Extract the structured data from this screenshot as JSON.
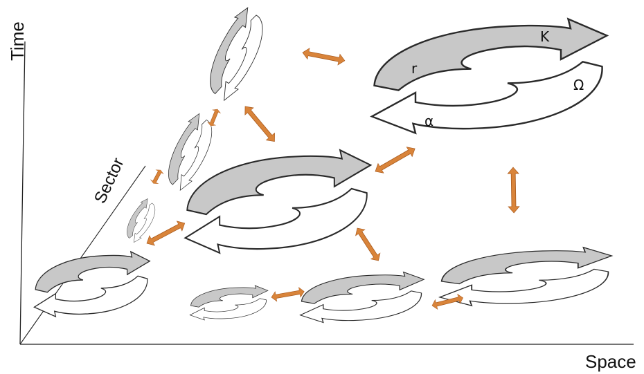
{
  "axes": {
    "time_label": "Time",
    "space_label": "Space",
    "sector_label": "Sector"
  },
  "phases": {
    "r": "r",
    "K": "K",
    "omega": "Ω",
    "alpha": "α"
  },
  "colors": {
    "front_loop_fill": "#c8c8c8",
    "back_loop_fill": "#ffffff",
    "outline": "#2a2a2a",
    "arrow": "#d9843a",
    "axis": "#222222"
  }
}
